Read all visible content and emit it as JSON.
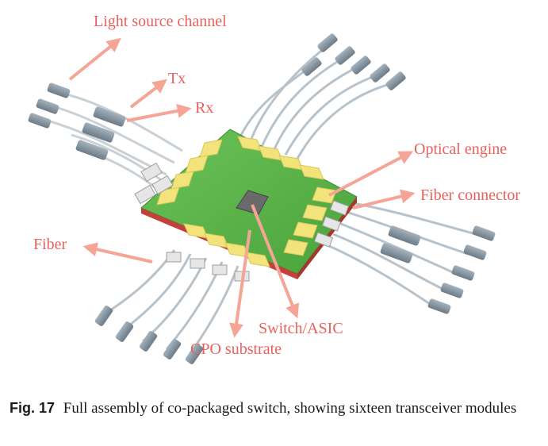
{
  "labels": {
    "light_source": "Light source channel",
    "tx": "Tx",
    "rx": "Rx",
    "optical_engine": "Optical engine",
    "fiber_connector": "Fiber connector",
    "fiber": "Fiber",
    "switch_asic": "Switch/ASIC",
    "cpo_substrate": "CPO substrate"
  },
  "caption": {
    "figure_number": "Fig. 17",
    "text": "Full assembly of co-packaged switch, showing sixteen transceiver modules"
  },
  "colors": {
    "label": "#e8615d",
    "arrow": "#f4a596",
    "substrate": "#5cb54a",
    "optical_engine": "#f2e37a",
    "asic": "#666666",
    "connector": "#8a9aa6"
  }
}
